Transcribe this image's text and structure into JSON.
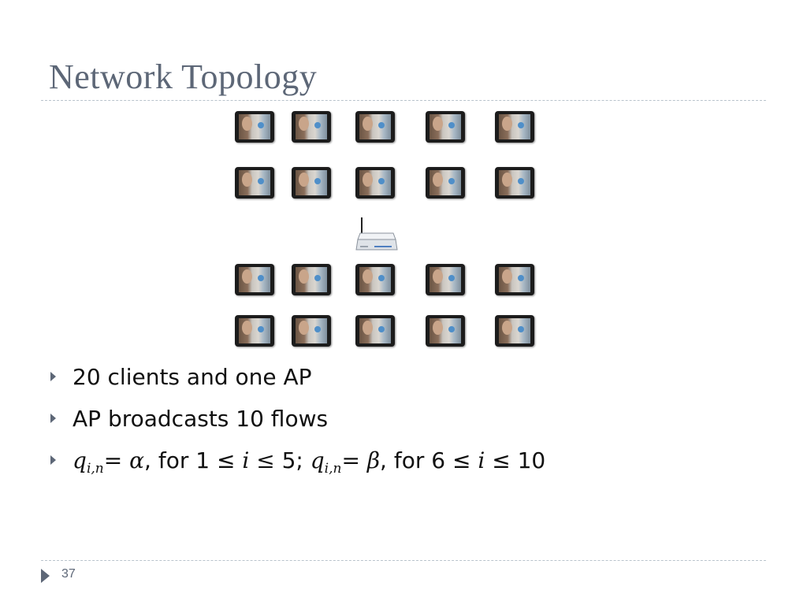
{
  "slide": {
    "title": "Network Topology",
    "page_number": "37"
  },
  "diagram": {
    "client_icon": "tablet-video-icon",
    "ap_icon": "wireless-router-icon"
  },
  "bullets": [
    {
      "text": "20 clients and one AP"
    },
    {
      "text": "AP broadcasts 10 flows"
    },
    {
      "q": "q",
      "sub": "i,n",
      "eq": "=",
      "alpha": "α",
      "for1": ", for 1 ≤",
      "i": "i",
      "le": "≤",
      "five": "5;",
      "beta": "β",
      "for2": ", for 6 ≤",
      "le10": "≤ 10"
    }
  ],
  "colors": {
    "title": "#5d6777",
    "rule": "#b9c3cc",
    "bullet_arrow": "#5d6777",
    "body_text": "#111111"
  }
}
